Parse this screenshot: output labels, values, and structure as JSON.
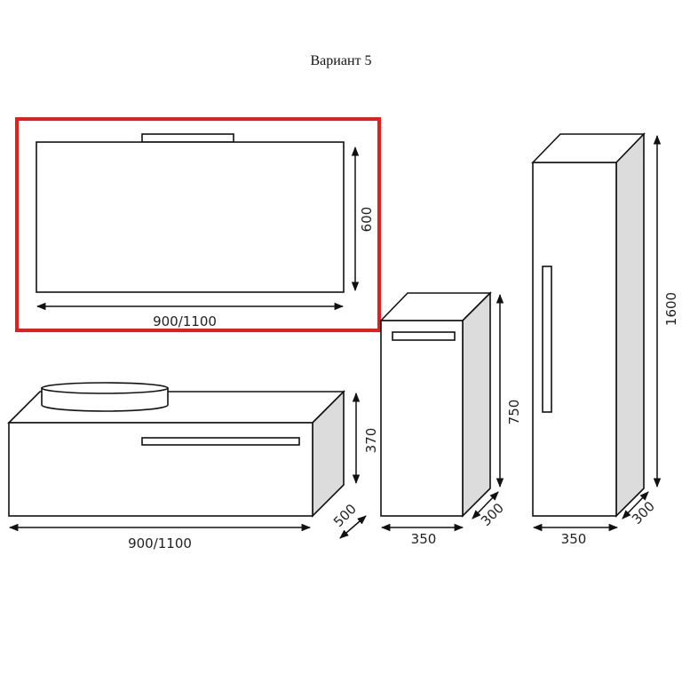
{
  "title": "Вариант 5",
  "highlight_color": "#e02020",
  "mirror": {
    "height": "600",
    "width": "900/1100"
  },
  "vanity": {
    "height": "370",
    "width": "900/1100",
    "depth": "500"
  },
  "mid_cabinet": {
    "height": "750",
    "width": "350",
    "depth": "300"
  },
  "tall_cabinet": {
    "height": "1600",
    "width": "350",
    "depth": "300"
  }
}
